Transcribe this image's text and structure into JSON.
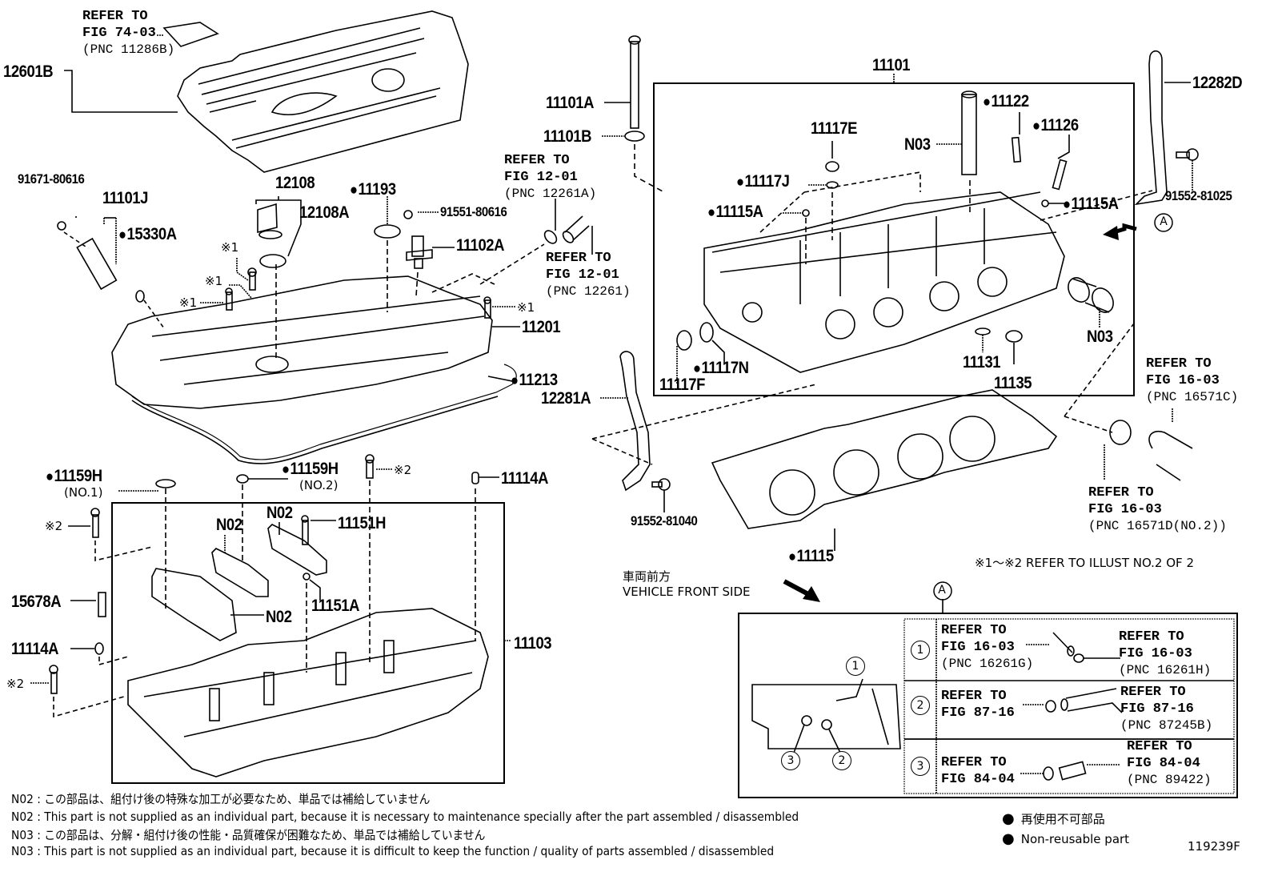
{
  "diagram": {
    "figure_id": "119239F",
    "labels": {
      "p12601B": "12601B",
      "p91671": "91671-80616",
      "p11101J": "11101J",
      "p15330A": "15330A",
      "p12108": "12108",
      "p12108A": "12108A",
      "p11193": "11193",
      "p91551": "91551-80616",
      "p11102A": "11102A",
      "p11201": "11201",
      "p11213": "11213",
      "p11101A": "11101A",
      "p11101B": "11101B",
      "p11101": "11101",
      "p11117E": "11117E",
      "p11117J": "11117J",
      "p11115A_left": "11115A",
      "p11115A_right": "11115A",
      "p11122": "11122",
      "p11126": "11126",
      "pN03_top": "N03",
      "pN03_right": "N03",
      "p12282D": "12282D",
      "p91552_81025": "91552-81025",
      "p11117N": "11117N",
      "p11117F": "11117F",
      "p11131": "11131",
      "p11135": "11135",
      "p12281A": "12281A",
      "p91552_81040": "91552-81040",
      "p11115": "11115",
      "p11159H_1": "11159H",
      "p11159H_1_sub": "(NO.1)",
      "p11159H_2": "11159H",
      "p11159H_2_sub": "(NO.2)",
      "p11114A_top": "11114A",
      "p11114A_left": "11114A",
      "pN02_a": "N02",
      "pN02_b": "N02",
      "pN02_c": "N02",
      "p11151H": "11151H",
      "p11151A": "11151A",
      "p15678A": "15678A",
      "p11103": "11103",
      "mark1": "※1",
      "mark2": "※2",
      "circle_A": "A"
    },
    "references": {
      "fig74": {
        "line1": "REFER TO",
        "line2": "FIG 74-03",
        "pnc": "(PNC 11286B)"
      },
      "fig12a": {
        "line1": "REFER TO",
        "line2": "FIG 12-01",
        "pnc": "(PNC 12261A)"
      },
      "fig12b": {
        "line1": "REFER TO",
        "line2": "FIG 12-01",
        "pnc": "(PNC 12261)"
      },
      "fig16c": {
        "line1": "REFER TO",
        "line2": "FIG 16-03",
        "pnc": "(PNC 16571C)"
      },
      "fig16d": {
        "line1": "REFER TO",
        "line2": "FIG 16-03",
        "pnc": "(PNC 16571D(NO.2))"
      }
    },
    "illust_note": "※1～※2  REFER TO ILLUST NO.2 OF 2",
    "vehicle_front": {
      "jp": "車両前方",
      "en": "VEHICLE FRONT SIDE"
    },
    "detail_A": {
      "title": "A",
      "rows": [
        {
          "num": "1",
          "left": {
            "line1": "REFER TO",
            "line2": "FIG 16-03",
            "pnc": "(PNC 16261G)"
          },
          "right": {
            "line1": "REFER TO",
            "line2": "FIG 16-03",
            "pnc": "(PNC 16261H)"
          }
        },
        {
          "num": "2",
          "left": {
            "line1": "REFER TO",
            "line2": "FIG 87-16",
            "pnc": ""
          },
          "right": {
            "line1": "REFER TO",
            "line2": "FIG 87-16",
            "pnc": "(PNC 87245B)"
          }
        },
        {
          "num": "3",
          "left": {
            "line1": "REFER TO",
            "line2": "FIG 84-04",
            "pnc": ""
          },
          "right": {
            "line1": "REFER TO",
            "line2": "FIG 84-04",
            "pnc": "(PNC 89422)"
          }
        }
      ],
      "callouts": [
        "1",
        "2",
        "3"
      ]
    },
    "notes": [
      "N02 : この部品は、組付け後の特殊な加工が必要なため、単品では補給していません",
      "N02 : This part is not supplied as an individual part, because it is necessary to maintenance specially after the part assembled / disassembled",
      "N03 : この部品は、分解・組付け後の性能・品質確保が困難なため、単品では補給していません",
      "N03 : This part is not supplied as an individual part, because it is difficult to keep the function / quality of parts  assembled / disassembled"
    ],
    "legend": {
      "jp": "再使用不可部品",
      "en": "Non-reusable part"
    }
  }
}
